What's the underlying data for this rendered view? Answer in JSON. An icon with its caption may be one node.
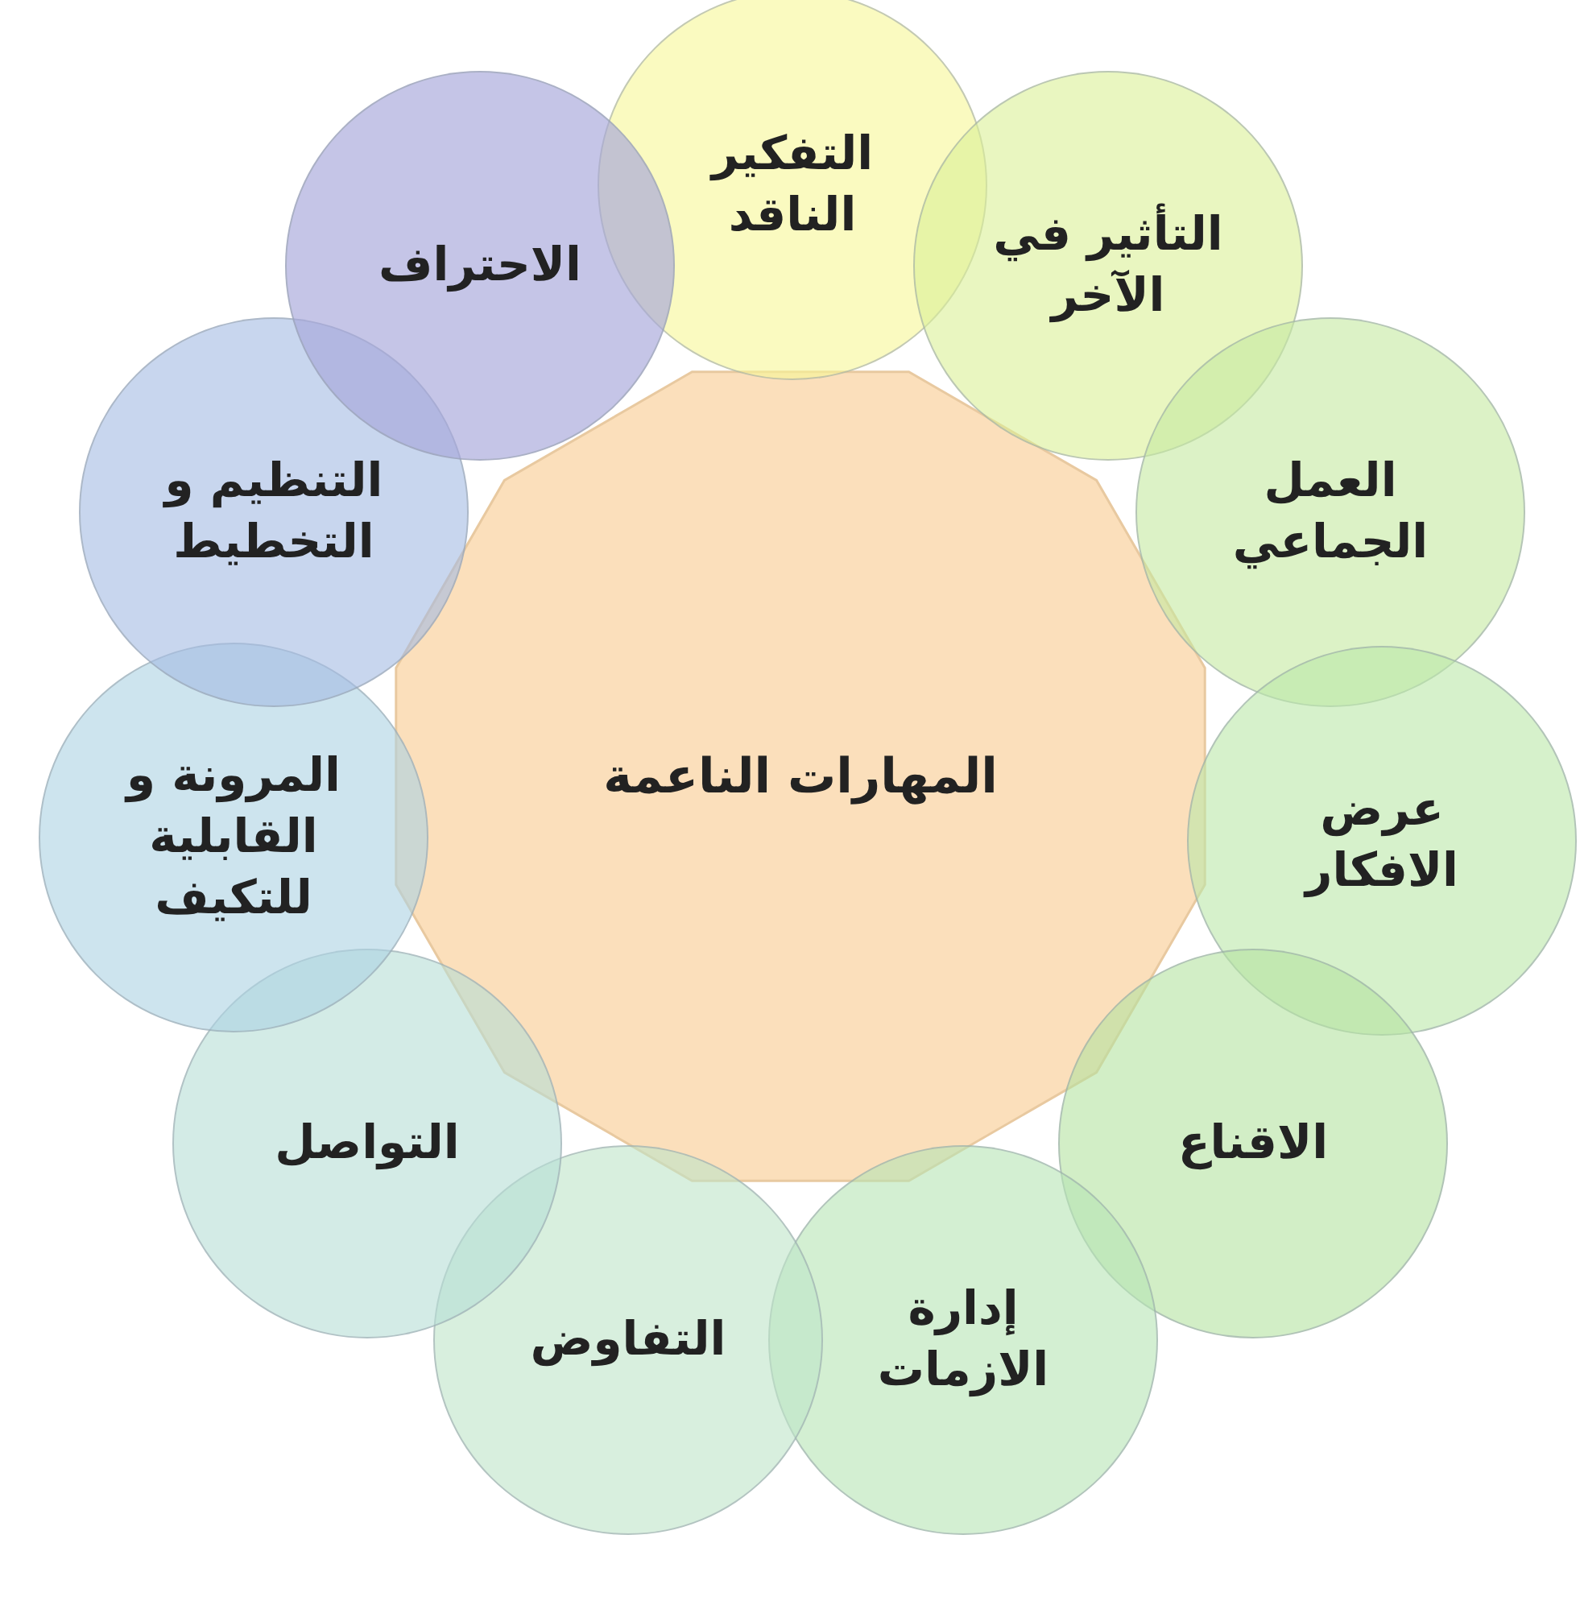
{
  "diagram": {
    "nodes": [
      {
        "text": [
          "المهارات الناعمة"
        ]
      },
      {
        "text": [
          "التفكير الناقد"
        ]
      },
      {
        "text": [
          "التأثير في الآخر"
        ]
      },
      {
        "text": [
          "العمل الجماعي"
        ]
      },
      {
        "text": [
          "عرض الافكار"
        ]
      },
      {
        "text": [
          "الاقناع"
        ]
      },
      {
        "text": [
          "إدارة الازمات"
        ]
      },
      {
        "text": [
          "التفاوض"
        ]
      },
      {
        "text": [
          "التواصل"
        ]
      },
      {
        "text": [
          "المرونة و القابلية للتكيف"
        ]
      },
      {
        "text": [
          "التنظيم و التخطيط"
        ]
      },
      {
        "text": [
          "الاحتراف"
        ]
      }
    ]
  }
}
